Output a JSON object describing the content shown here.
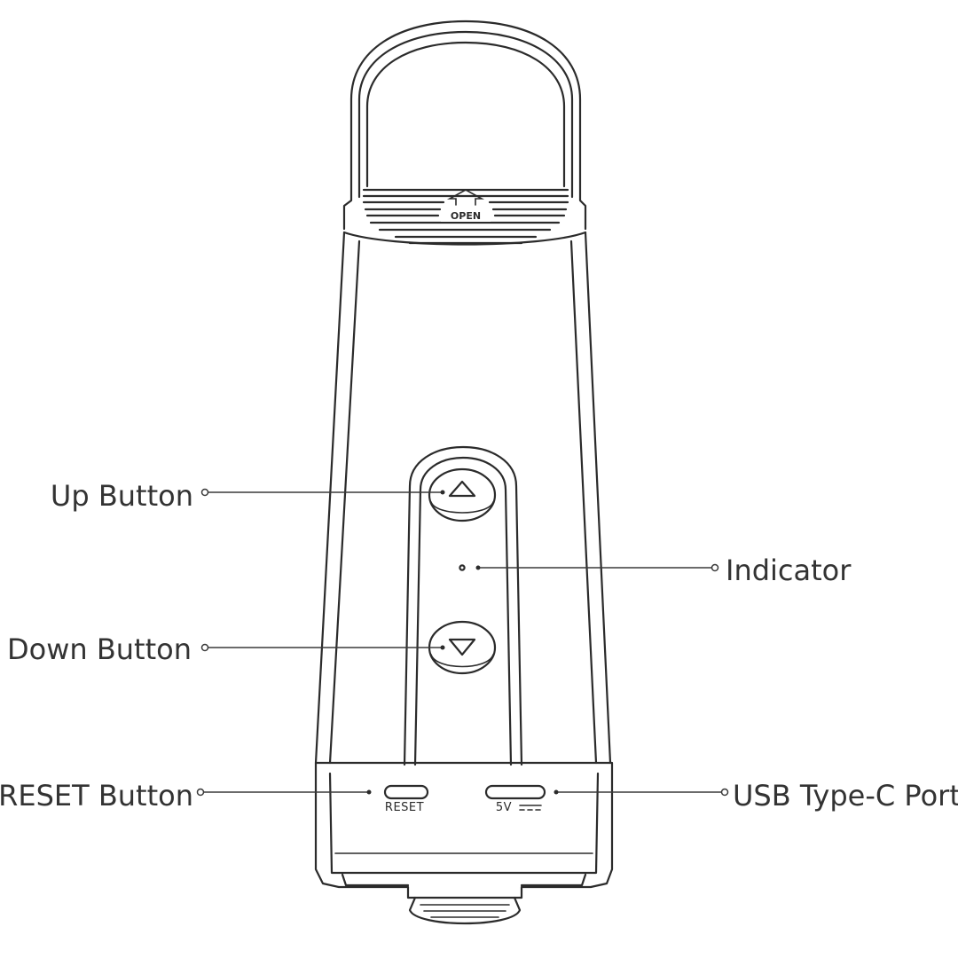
{
  "device": {
    "lid_text": "OPEN",
    "reset_marking": "RESET",
    "port_marking": "5V"
  },
  "callouts": {
    "up_button": "Up Button",
    "down_button": "Down Button",
    "reset_button": "RESET Button",
    "indicator": "Indicator",
    "usb_port": "USB Type-C Port"
  }
}
